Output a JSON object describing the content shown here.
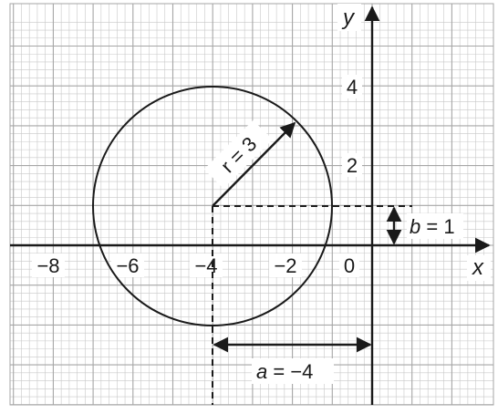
{
  "diagram": {
    "coordinate_plane": {
      "axis_labels": {
        "x": "x",
        "y": "y"
      },
      "x_ticks": [
        {
          "value": -8,
          "label": "−8"
        },
        {
          "value": -6,
          "label": "−6"
        },
        {
          "value": -4,
          "label": "−4"
        },
        {
          "value": -2,
          "label": "−2"
        },
        {
          "value": 0,
          "label": "0"
        }
      ],
      "y_ticks": [
        {
          "value": 2,
          "label": "2"
        },
        {
          "value": 4,
          "label": "4"
        }
      ],
      "x_range": [
        -9.3,
        2.9
      ],
      "y_range": [
        -4.0,
        5.8
      ],
      "grid": true,
      "minor_grid_per_unit": 5
    },
    "circle": {
      "center": {
        "x": -4,
        "y": 1
      },
      "radius": 3
    },
    "annotations": {
      "radius_label": "r = 3",
      "b_label": {
        "symbol": "b",
        "rest": " = 1"
      },
      "a_label": {
        "symbol": "a",
        "rest": " = −4"
      }
    },
    "colors": {
      "grid_minor": "#c8c8c8",
      "grid_major": "#a6a6a6",
      "ink": "#1a1a1a",
      "background": "#ffffff"
    }
  }
}
